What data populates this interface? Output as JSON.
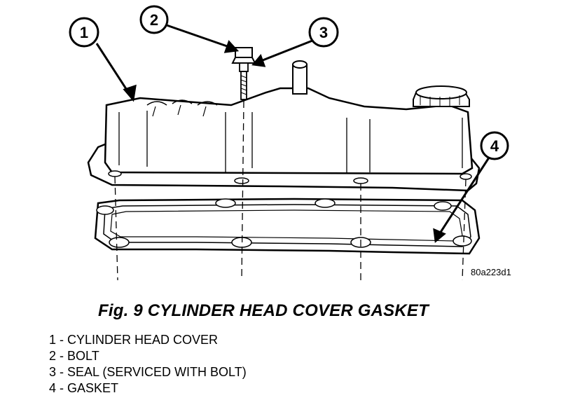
{
  "figure": {
    "reference_code": "80a223d1",
    "caption": "Fig. 9 CYLINDER HEAD COVER GASKET",
    "callouts": [
      {
        "number": "1",
        "label": "CYLINDER HEAD COVER"
      },
      {
        "number": "2",
        "label": "BOLT"
      },
      {
        "number": "3",
        "label": "SEAL (SERVICED WITH BOLT)"
      },
      {
        "number": "4",
        "label": "GASKET"
      }
    ],
    "legend": [
      "1 - CYLINDER HEAD COVER",
      "2 - BOLT",
      "3 - SEAL (SERVICED WITH BOLT)",
      "4 - GASKET"
    ]
  }
}
